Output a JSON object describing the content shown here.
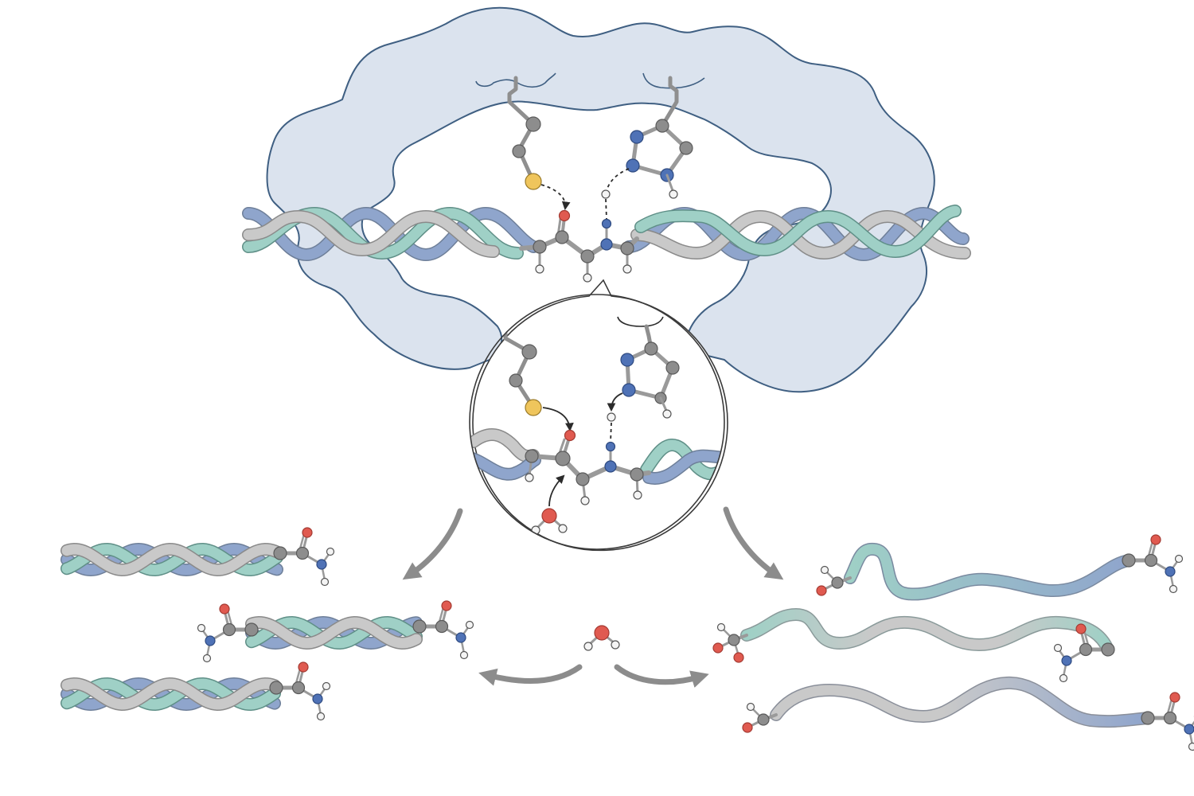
{
  "colors": {
    "background": "#ffffff",
    "protein_fill": "#dbe3ee",
    "protein_outline": "#3f5f82",
    "strand_gray": "#c9c9c9",
    "strand_teal": "#9fd0c6",
    "strand_blue": "#8fa5cc",
    "atom_carbon": "#8d8d8d",
    "atom_nitrogen": "#4f72b6",
    "atom_oxygen": "#e05a50",
    "atom_sulfur": "#efc55c",
    "atom_hydrogen": "#f4f4f4",
    "bond": "#9a9a9a",
    "arrow": "#8c8c8c",
    "line_dark": "#2b2b2b"
  },
  "icons": {
    "sulfur_atom": "cysteine-sulfur-icon",
    "imidazole_ring": "histidine-ring-icon",
    "water": "water-molecule-icon"
  },
  "panels": {
    "top": "enzyme-bound-fibril",
    "zoom": "active-site-zoom",
    "left": "cleaved-helical-bundles",
    "right": "unfolded-chains"
  }
}
